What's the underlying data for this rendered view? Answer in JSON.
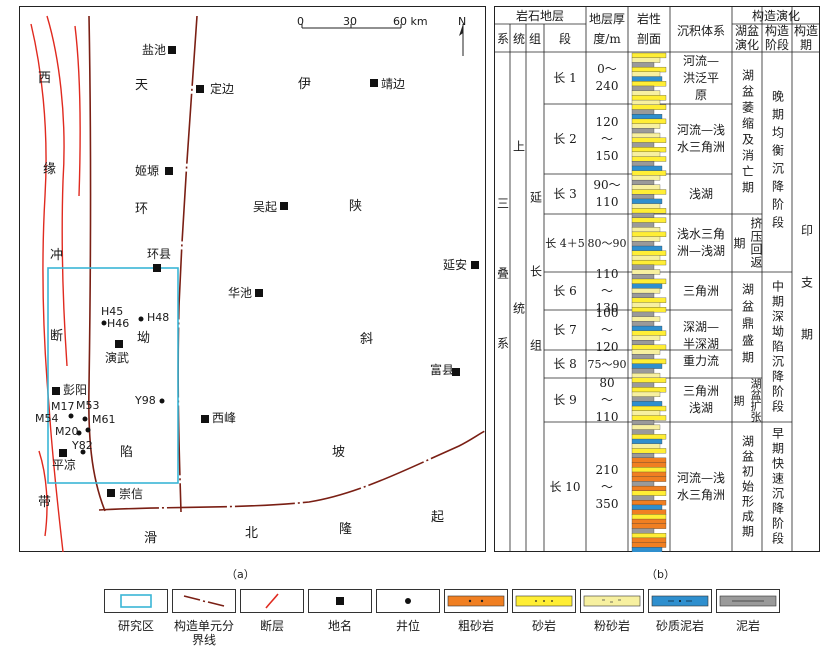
{
  "map": {
    "scale": {
      "ticks": [
        "0",
        "30",
        "60 km"
      ]
    },
    "north": "N",
    "regions": [
      "西",
      "缘",
      "冲",
      "断",
      "带",
      "天",
      "环",
      "伊",
      "陕",
      "斜",
      "坡",
      "北",
      "滑",
      "隆",
      "起",
      "坳",
      "陷"
    ],
    "places": [
      "盐池",
      "定边",
      "靖边",
      "姬塬",
      "吴起",
      "环县",
      "延安",
      "华池",
      "演武",
      "富县",
      "彭阳",
      "西峰",
      "平凉",
      "崇信"
    ],
    "wells": [
      "H45",
      "H46",
      "H48",
      "Y98",
      "M17",
      "M53",
      "M54",
      "M61",
      "M20",
      "Y82"
    ]
  },
  "strat": {
    "header": {
      "litho": "岩石地层",
      "xi": "系",
      "tong": "统",
      "zu": "组",
      "duan": "段",
      "thick1": "地层厚",
      "thick2": "度/m",
      "rock1": "岩性",
      "rock2": "剖面",
      "sed": "沉积体系",
      "tect": "构造演化",
      "lake1": "湖盆",
      "lake2": "演化",
      "stage1": "构造",
      "stage2": "阶段",
      "cycle1": "构造",
      "cycle2": "期"
    },
    "system": "三叠系",
    "series": "上统",
    "formation": "延长组",
    "members": [
      {
        "name": "长 1",
        "thick": "0～240"
      },
      {
        "name": "长 2",
        "thick": "120～150"
      },
      {
        "name": "长 3",
        "thick": "90～110"
      },
      {
        "name": "长 4＋5",
        "thick": "80～90"
      },
      {
        "name": "长 6",
        "thick": "110～130"
      },
      {
        "name": "长 7",
        "thick": "100～120"
      },
      {
        "name": "长 8",
        "thick": "75～90"
      },
      {
        "name": "长 9",
        "thick": "80～110"
      },
      {
        "name": "长 10",
        "thick": "210～350"
      }
    ],
    "sed_systems": [
      "河流—洪泛平原",
      "河流—浅水三角洲",
      "浅湖",
      "浅水三角洲—浅湖",
      "三角洲",
      "深湖—半深湖重力流",
      "三角洲浅湖",
      "河流—浅水三角洲"
    ],
    "lake_evolution": [
      "湖盆萎缩及消亡期",
      "挤压回返期",
      "湖盆鼎盛期",
      "湖盆扩张期",
      "湖盆初始形成期"
    ],
    "tect_stages": [
      "晚期均衡沉降阶段",
      "中期深坳陷沉降阶段",
      "早期快速沉降阶段"
    ],
    "tect_period": "印支期"
  },
  "captions": {
    "a": "（a）",
    "b": "（b）"
  },
  "legend": {
    "items": [
      "研究区",
      "构造单元分界线",
      "断层",
      "地名",
      "井位",
      "粗砂岩",
      "砂岩",
      "粉砂岩",
      "砂质泥岩",
      "泥岩"
    ],
    "colors": {
      "study_area": "#3ab6d6",
      "fault": "#e02a1f",
      "boundary": "#7a1f14",
      "coarse": "#f07f22",
      "sand": "#ffee35",
      "silt": "#f7f0a0",
      "sandy_mud": "#2f8fce",
      "mud": "#9a9a9a"
    }
  }
}
